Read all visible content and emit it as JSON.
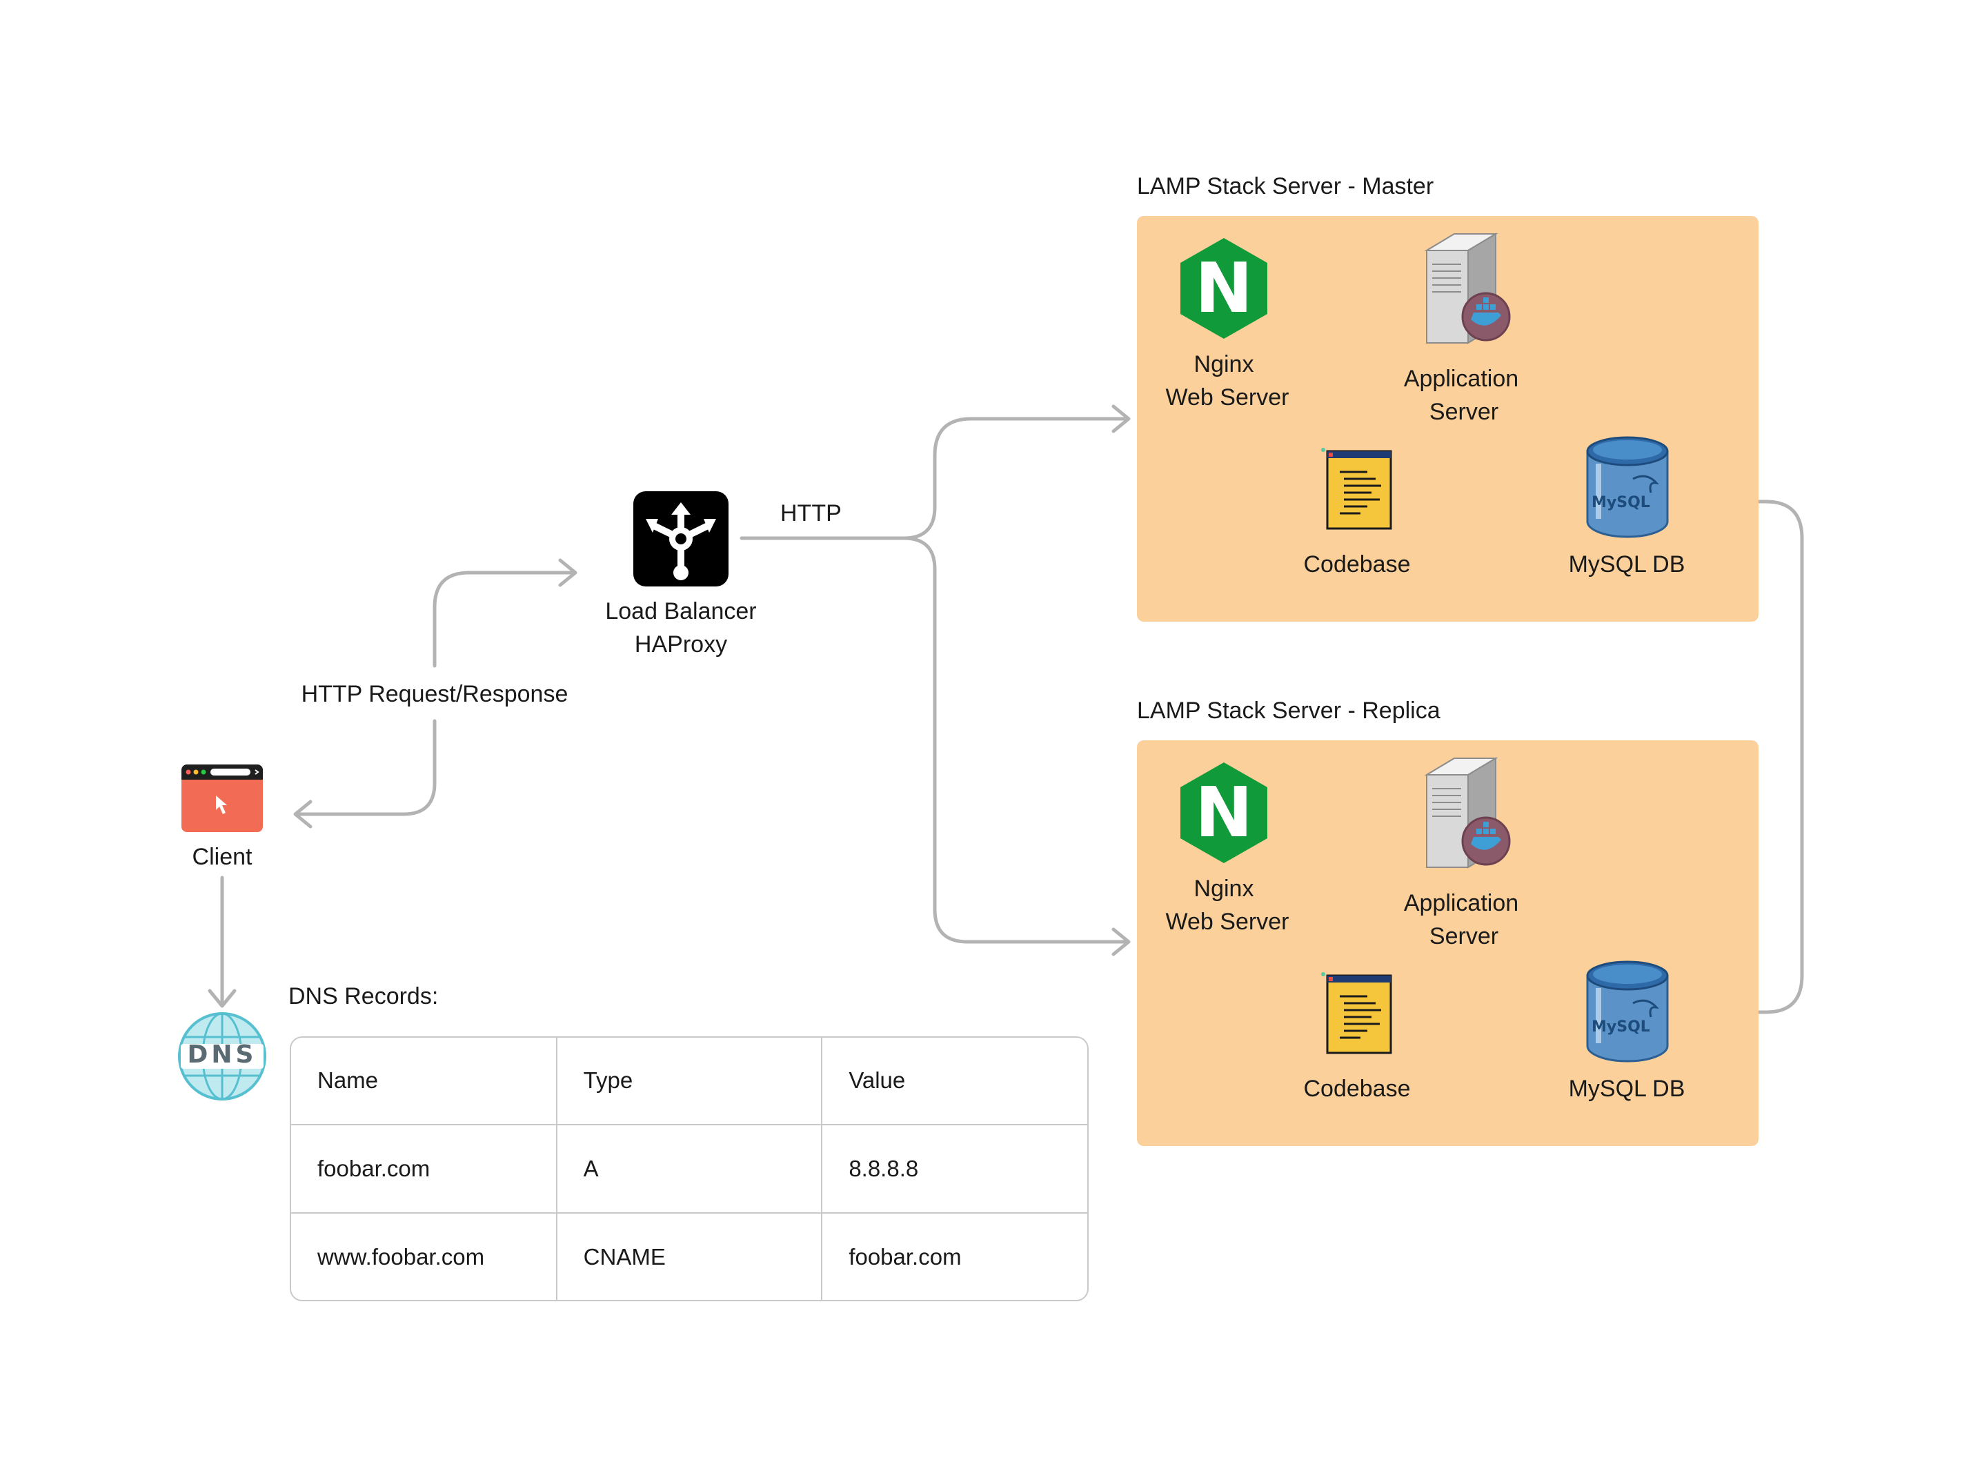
{
  "client": {
    "label": "Client"
  },
  "http_request_label": "HTTP Request/Response",
  "load_balancer": {
    "line1": "Load Balancer",
    "line2": "HAProxy"
  },
  "http_label": "HTTP",
  "master": {
    "title": "LAMP Stack Server - Master",
    "nginx": {
      "line1": "Nginx",
      "line2": "Web Server",
      "icon_letter": "N"
    },
    "app": {
      "line1": "Application",
      "line2": "Server"
    },
    "codebase": "Codebase",
    "mysql": "MySQL DB"
  },
  "replica": {
    "title": "LAMP Stack Server - Replica",
    "nginx": {
      "line1": "Nginx",
      "line2": "Web Server",
      "icon_letter": "N"
    },
    "app": {
      "line1": "Application",
      "line2": "Server"
    },
    "codebase": "Codebase",
    "mysql": "MySQL DB"
  },
  "dns": {
    "icon_text": "DNS",
    "title": "DNS Records:",
    "columns": [
      "Name",
      "Type",
      "Value"
    ],
    "rows": [
      [
        "foobar.com",
        "A",
        "8.8.8.8"
      ],
      [
        "www.foobar.com",
        "CNAME",
        "foobar.com"
      ]
    ]
  },
  "mysql_logo_text": "MySQL",
  "colors": {
    "panel": "#fbd09a",
    "wire": "#b3b3b3",
    "nginx": "#109a3a",
    "client": "#f26b55",
    "codebase": "#f5c63b",
    "mysql": "#4a8ec9"
  }
}
